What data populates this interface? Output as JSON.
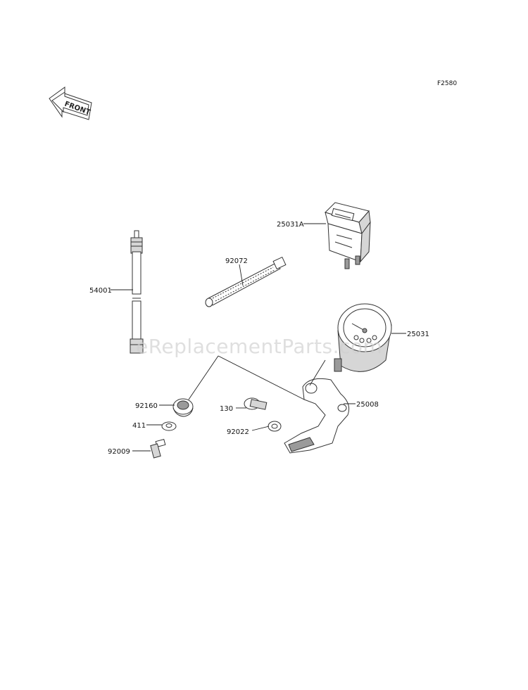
{
  "figure_code": "F2580",
  "front_arrow_label": "FRONT",
  "watermark": "eReplacementParts.com",
  "callouts": [
    {
      "id": "25031A",
      "label": "25031A"
    },
    {
      "id": "92072",
      "label": "92072"
    },
    {
      "id": "54001",
      "label": "54001"
    },
    {
      "id": "25031",
      "label": "25031"
    },
    {
      "id": "25008",
      "label": "25008"
    },
    {
      "id": "92160",
      "label": "92160"
    },
    {
      "id": "130",
      "label": "130"
    },
    {
      "id": "411",
      "label": "411"
    },
    {
      "id": "92022",
      "label": "92022"
    },
    {
      "id": "92009",
      "label": "92009"
    }
  ]
}
